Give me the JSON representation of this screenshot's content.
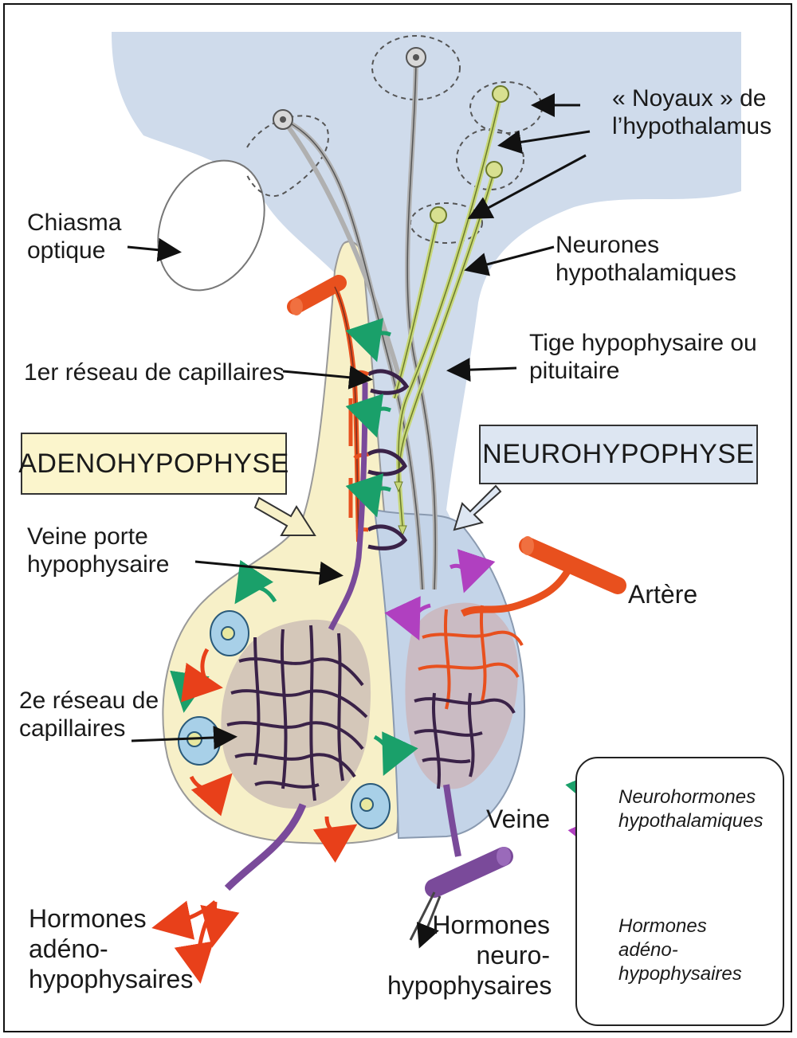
{
  "labels": {
    "noyaux": "« Noyaux » de\nl’hypothalamus",
    "chiasma": "Chiasma\noptique",
    "neurones": "Neurones\nhypothalamiques",
    "tige": "Tige hypophysaire ou\npituitaire",
    "reseau1": "1er réseau de capillaires",
    "adeno_box": "ADENOHYPOPHYSE",
    "neuro_box": "NEUROHYPOPHYSE",
    "veine_porte": "Veine porte\nhypophysaire",
    "artere": "Artère",
    "reseau2": "2e réseau de\ncapillaires",
    "veine": "Veine",
    "hormones_adeno": "Hormones\nadéno-\nhypophysaires",
    "hormones_neuro": "Hormones\nneuro-\nhypophysaires"
  },
  "legend": {
    "neurohormones": "Neurohormones\nhypothalamiques",
    "hormones_adeno": "Hormones\nadéno-\nhypophysaires"
  },
  "colors": {
    "hypothalamus_fill": "#cfdbeb",
    "adeno_fill": "#f7f0c8",
    "artery": "#e8501e",
    "vein": "#7a4a9a",
    "capillary_dark": "#3a2248",
    "neuron_green": "#c8d87a",
    "neuron_gray": "#b8b8b8",
    "arrow_green": "#1aa06a",
    "arrow_purple": "#b040c0",
    "arrow_red": "#e8401a",
    "cell_fill": "#a8d0e8"
  }
}
